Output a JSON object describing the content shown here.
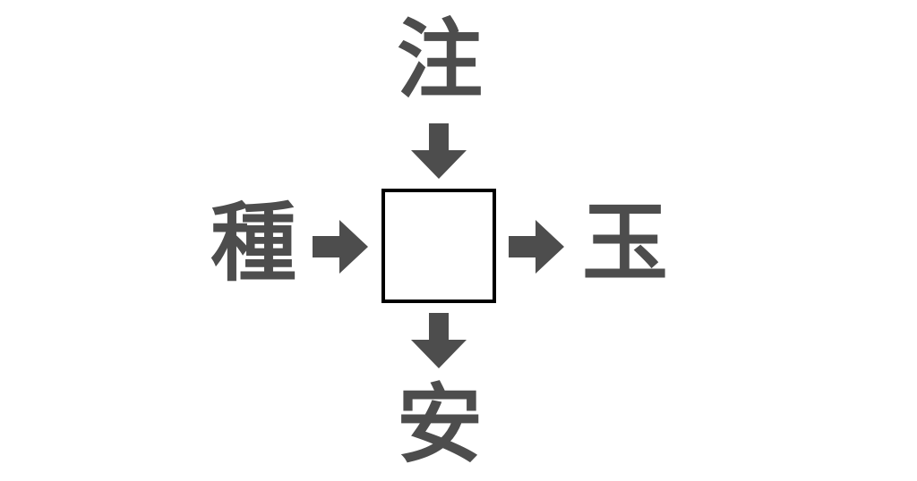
{
  "puzzle": {
    "top_char": "注",
    "left_char": "種",
    "right_char": "玉",
    "bottom_char": "安",
    "answer": ""
  },
  "colors": {
    "kanji": "#4d4d4d",
    "arrow": "#4d4d4d",
    "box_border": "#000000",
    "background": "#ffffff"
  },
  "icons": {
    "top": "arrow-down-icon",
    "left": "arrow-right-icon",
    "right": "arrow-right-icon",
    "bottom": "arrow-down-icon"
  }
}
